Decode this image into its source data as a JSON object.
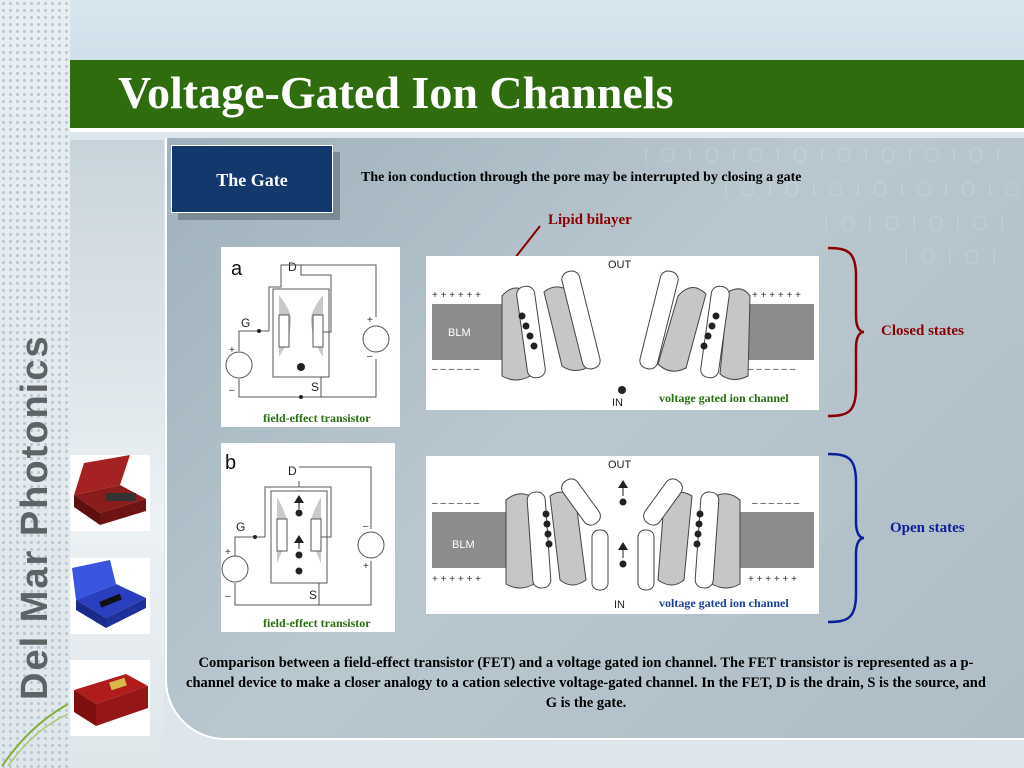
{
  "slide": {
    "title": "Voltage-Gated Ion Channels",
    "brand": "Del Mar Photonics",
    "gate_label": "The Gate",
    "intro": "The ion conduction through the pore may be interrupted by closing a gate",
    "lipid_label": "Lipid bilayer",
    "closed_label": "Closed states",
    "open_label": "Open states",
    "caption": "Comparison between a field-effect transistor (FET) and a voltage gated ion channel. The FET transistor is represented as a p-channel device to make a closer analogy to a cation selective voltage-gated channel. In the FET, D is the drain, S is the source, and G is the gate."
  },
  "figures": {
    "fet_a": {
      "letter": "a",
      "d": "D",
      "g": "G",
      "s": "S",
      "caption": "field-effect transistor"
    },
    "fet_b": {
      "letter": "b",
      "d": "D",
      "g": "G",
      "s": "S",
      "caption": "field-effect transistor"
    },
    "channel_a": {
      "out": "OUT",
      "in": "IN",
      "blm": "BLM",
      "top_charges": "+ + + + + +",
      "bottom_charges": "– – – – – –",
      "caption": "voltage gated ion channel"
    },
    "channel_b": {
      "out": "OUT",
      "in": "IN",
      "blm": "BLM",
      "top_charges": "– – – – – –",
      "bottom_charges": "+ + + + + +",
      "caption": "voltage gated ion channel"
    }
  },
  "colors": {
    "title_bar": "#2f6c0d",
    "gate_box": "#13386e",
    "closed_accent": "#8b0000",
    "open_accent": "#0b1f9a",
    "caption_green": "#2a6e12"
  }
}
